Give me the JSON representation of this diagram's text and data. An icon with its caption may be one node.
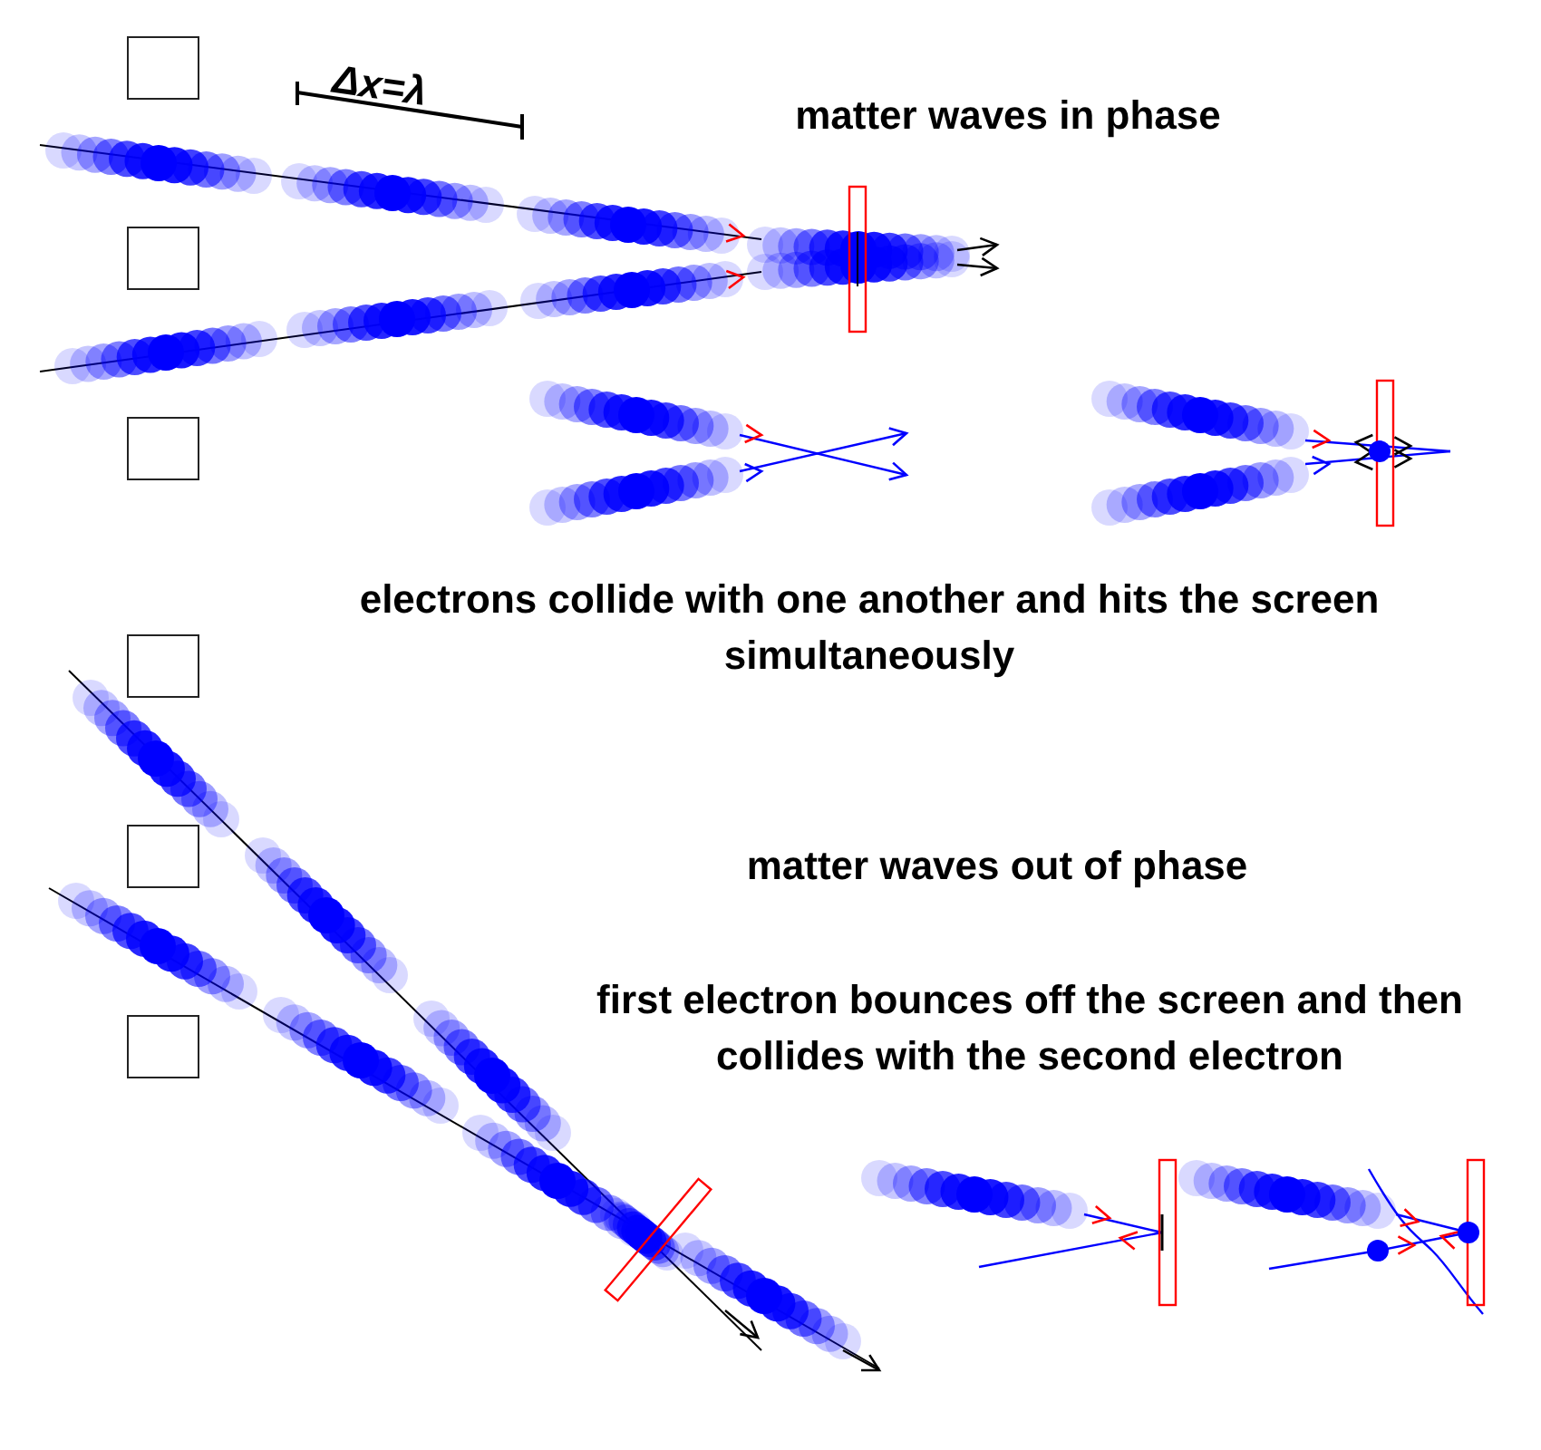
{
  "diagram": {
    "nodes": [
      {
        "text": [],
        "shape": "box"
      },
      {
        "text": [],
        "shape": "box"
      },
      {
        "text": [],
        "shape": "box"
      },
      {
        "text": [],
        "shape": "box"
      },
      {
        "text": [],
        "shape": "box"
      },
      {
        "text": [],
        "shape": "box"
      }
    ],
    "edges": [],
    "labels": [
      "Δx=λ",
      "matter waves in phase",
      "electrons collide with one another and hits the screen simultaneously",
      "matter waves out of phase",
      "first electron bounces off the screen and then collides with the second electron"
    ]
  }
}
